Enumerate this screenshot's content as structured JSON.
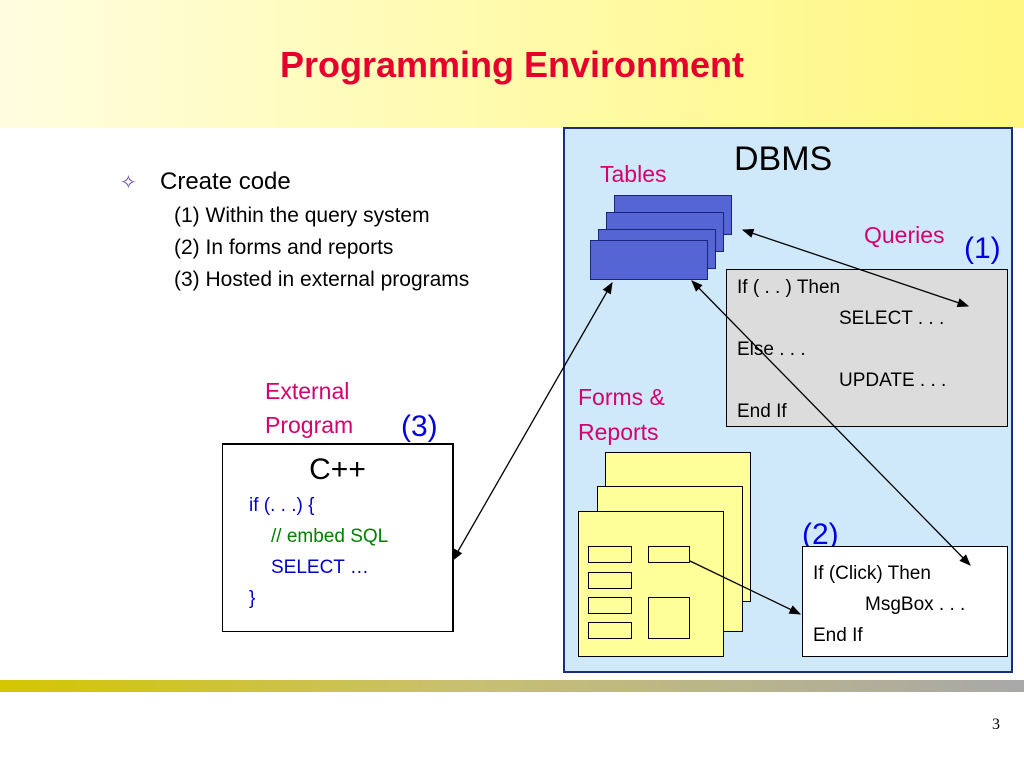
{
  "slide": {
    "title": "Programming Environment",
    "page_number": "3"
  },
  "bullets": {
    "main": "Create code",
    "items": [
      "(1) Within the query system",
      "(2) In forms and reports",
      "(3) Hosted in external programs"
    ]
  },
  "diagram": {
    "dbms_label": "DBMS",
    "tables_label": "Tables",
    "queries_label": "Queries",
    "forms_label_line1": "Forms &",
    "forms_label_line2": "Reports",
    "external_label_line1": "External",
    "external_label_line2": "Program",
    "marker_1": "(1)",
    "marker_2": "(2)",
    "marker_3": "(3)",
    "query_code": [
      "If ( . . ) Then",
      "SELECT . . .",
      "Else . . .",
      "UPDATE . . .",
      "End If"
    ],
    "form_code": [
      "If (Click) Then",
      "MsgBox . . .",
      "End If"
    ],
    "external": {
      "heading": "C++",
      "line1": "if (. . .)   {",
      "line2": "// embed SQL",
      "line3": "SELECT …",
      "line4": "}"
    }
  },
  "colors": {
    "title": "#e6002e",
    "label_accent": "#d6006e",
    "marker": "#0000e0",
    "code_blue": "#0000cc",
    "code_green": "#008000",
    "panel_fill": "#cfe9fb",
    "table_fill": "#5566d4",
    "form_fill": "#ffff99"
  }
}
